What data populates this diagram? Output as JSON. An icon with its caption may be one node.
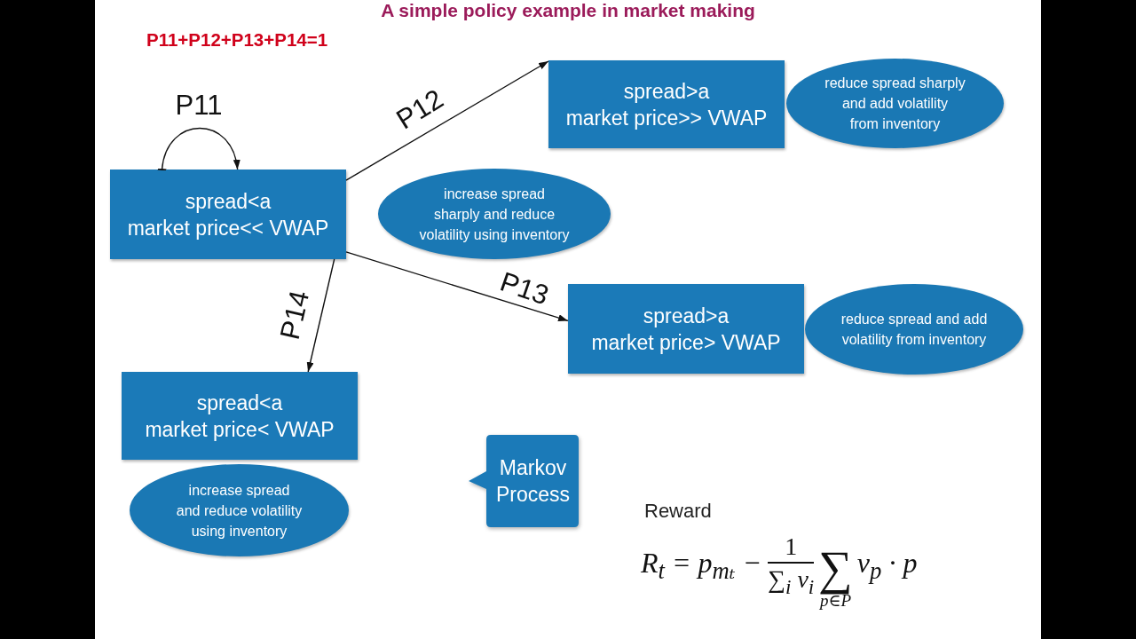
{
  "diagram": {
    "title": "A simple policy example in market making",
    "nodes": [
      {
        "text": [
          "spread<a",
          "market price<< VWAP"
        ]
      },
      {
        "text": [
          "increase spread sharply and reduce volatility using inventory"
        ]
      },
      {
        "text": [
          "spread>a",
          "market price>> VWAP"
        ]
      },
      {
        "text": [
          "reduce spread sharply and add volatility from inventory"
        ]
      },
      {
        "text": [
          "spread>a",
          "market price> VWAP"
        ]
      },
      {
        "text": [
          "reduce spread and add volatility from inventory"
        ]
      },
      {
        "text": [
          "spread<a",
          "market price< VWAP"
        ]
      },
      {
        "text": [
          "increase spread and reduce volatility using inventory"
        ]
      },
      {
        "text": [
          "Markov Process"
        ]
      }
    ],
    "edges": [
      {
        "from": 0,
        "to": 0,
        "arrow": "to",
        "label": "P11"
      },
      {
        "from": 0,
        "to": 2,
        "arrow": "to",
        "label": "P12"
      },
      {
        "from": 0,
        "to": 4,
        "arrow": "to",
        "label": "P13"
      },
      {
        "from": 0,
        "to": 6,
        "arrow": "to",
        "label": "P14"
      }
    ],
    "labels": [
      "P11+P12+P13+P14=1",
      "Reward",
      "R$_{t}$ = p$_{mₜ}$ −",
      "1",
      "∑$_{i}$ v$_{i}$",
      "∑",
      "p∈P",
      "v$_{p}$ · p"
    ]
  }
}
